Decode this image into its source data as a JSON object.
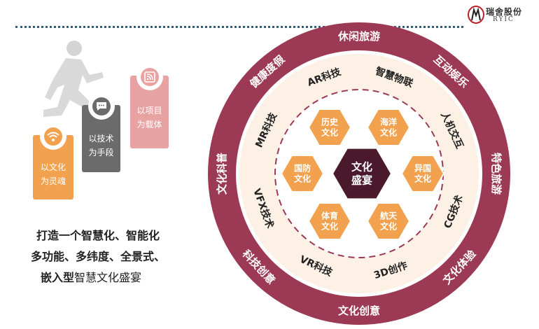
{
  "logo": {
    "text_cn": "瑞舍股份",
    "text_en": "RYIC"
  },
  "cards": [
    {
      "line1": "以文化",
      "line2": "为灵魂",
      "icon": "wifi-icon",
      "color": "#f2a24f"
    },
    {
      "line1": "以技术",
      "line2": "为手段",
      "icon": "chat-icon",
      "color": "#6b6b6b"
    },
    {
      "line1": "以项目",
      "line2": "为载体",
      "icon": "rss-icon",
      "color": "#e6a3a1"
    }
  ],
  "slogan": {
    "line1": "打造一个智慧化、智能化",
    "line2": "多功能、多纬度、全景式、",
    "line3_bold": "嵌入型",
    "line3_rest": "智慧文化盛宴"
  },
  "center": {
    "line1": "文化",
    "line2": "盛宴"
  },
  "hexagons": [
    {
      "line1": "历史",
      "line2": "文化"
    },
    {
      "line1": "海洋",
      "line2": "文化"
    },
    {
      "line1": "国防",
      "line2": "文化"
    },
    {
      "line1": "异国",
      "line2": "文化"
    },
    {
      "line1": "体育",
      "line2": "文化"
    },
    {
      "line1": "航天",
      "line2": "文化"
    }
  ],
  "middle_ring": [
    "AR科技",
    "智慧物联",
    "人机交互",
    "CG技术",
    "3D创作",
    "VR科技",
    "VFX技术",
    "MR科技"
  ],
  "outer_ring": [
    "休闲旅游",
    "互动娱乐",
    "特色旅游",
    "文化体验",
    "文化创意",
    "科技创意",
    "文化科普",
    "健康度假"
  ],
  "colors": {
    "outer_ring": "#9c3a55",
    "middle_ring": "#fdf1e6",
    "orange": "#f2a24f",
    "center": "#4a1a2c",
    "dashed": "#9c3a55"
  }
}
